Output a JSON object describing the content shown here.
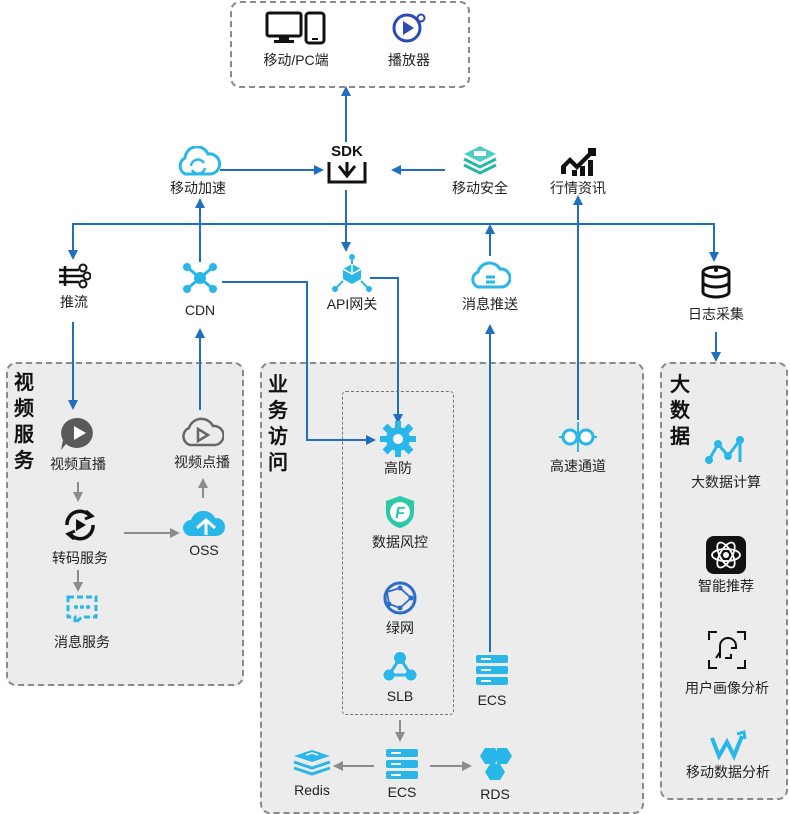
{
  "clients": {
    "mobile_pc": "移动/PC端",
    "player": "播放器"
  },
  "sdk": {
    "label": "SDK"
  },
  "top_row": {
    "mobile_accel": "移动加速",
    "mobile_security": "移动安全",
    "market_info": "行情资讯"
  },
  "mid_row": {
    "push_stream": "推流",
    "cdn": "CDN",
    "api_gateway": "API网关",
    "message_push": "消息推送",
    "log_collect": "日志采集"
  },
  "video_service": {
    "title": "视频服务",
    "live": "视频直播",
    "vod": "视频点播",
    "transcode": "转码服务",
    "oss": "OSS",
    "message": "消息服务"
  },
  "business_access": {
    "title": "业务访问",
    "anti_ddos": "高防",
    "risk_control": "数据风控",
    "green_net": "绿网",
    "slb": "SLB",
    "ecs_top": "ECS",
    "highspeed": "高速通道",
    "redis": "Redis",
    "ecs_bottom": "ECS",
    "rds": "RDS"
  },
  "big_data": {
    "title": "大数据",
    "compute": "大数据计算",
    "recommend": "智能推荐",
    "portrait": "用户画像分析",
    "mobile_analysis": "移动数据分析"
  },
  "colors": {
    "blue_arrow": "#1e6fbd",
    "gray_arrow": "#8c8c8c",
    "accent": "#29b6e8",
    "dark": "#1a1a1a"
  }
}
